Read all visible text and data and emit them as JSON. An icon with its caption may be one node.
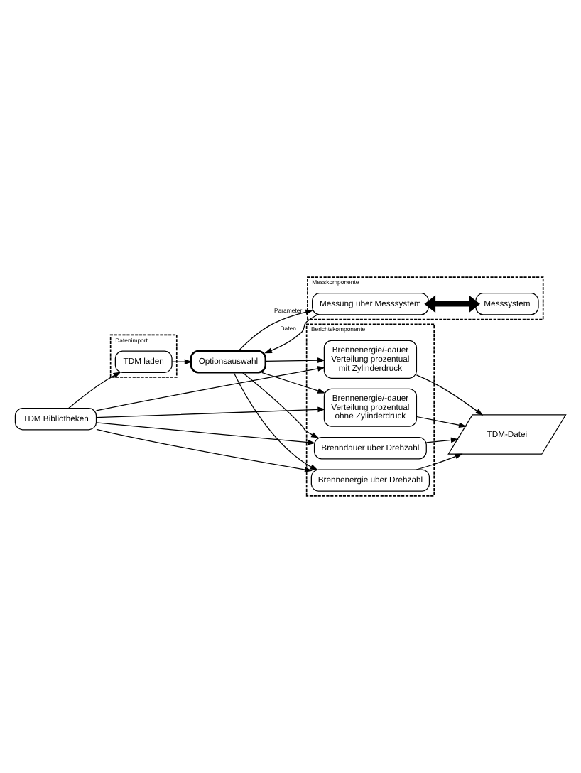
{
  "diagram": {
    "nodes": [
      {
        "text": [
          "TDM Bibliotheken"
        ]
      },
      {
        "text": [
          "Datenimport"
        ]
      },
      {
        "text": [
          "TDM laden"
        ],
        "in": 1
      },
      {
        "text": [
          "Optionsauswahl"
        ]
      },
      {
        "text": [
          "Messkomponente"
        ]
      },
      {
        "text": [
          "Messung über Messsystem"
        ],
        "in": 4
      },
      {
        "text": [
          "Messsystem"
        ],
        "in": 4
      },
      {
        "text": [
          "Berichtskomponente"
        ]
      },
      {
        "text": [
          "Brenndauer über Drehzahl"
        ],
        "in": 7
      },
      {
        "text": [
          "Brennenergie über Drehzahl"
        ],
        "in": 7
      },
      {
        "text": [
          "Brennenergie/-dauer Verteilung prozentual mit Zylinderdruck"
        ],
        "in": 7
      },
      {
        "text": [
          "Brennenergie/-dauer Verteilung prozentual ohne Zylinderdruck"
        ],
        "in": 7
      },
      {
        "text": [
          "TDM-Datei"
        ]
      }
    ],
    "edges": [
      {
        "from": 0,
        "to": 2,
        "arrow": "to"
      },
      {
        "from": 2,
        "to": 3,
        "arrow": "to"
      },
      {
        "from": 3,
        "to": 5,
        "arrow": "to",
        "label": "Parameter"
      },
      {
        "from": 5,
        "to": 3,
        "arrow": "to",
        "label": "Daten"
      },
      {
        "from": 5,
        "to": 6,
        "arrow": "both",
        "style": "thick"
      },
      {
        "from": 3,
        "to": 8,
        "arrow": "to"
      },
      {
        "from": 3,
        "to": 9,
        "arrow": "to"
      },
      {
        "from": 3,
        "to": 10,
        "arrow": "to"
      },
      {
        "from": 3,
        "to": 11,
        "arrow": "to"
      },
      {
        "from": 0,
        "to": 8,
        "arrow": "to"
      },
      {
        "from": 0,
        "to": 9,
        "arrow": "to"
      },
      {
        "from": 0,
        "to": 10,
        "arrow": "to"
      },
      {
        "from": 0,
        "to": 11,
        "arrow": "to"
      },
      {
        "from": 8,
        "to": 12,
        "arrow": "to"
      },
      {
        "from": 9,
        "to": 12,
        "arrow": "to"
      },
      {
        "from": 10,
        "to": 12,
        "arrow": "to"
      },
      {
        "from": 11,
        "to": 12,
        "arrow": "to"
      }
    ]
  }
}
